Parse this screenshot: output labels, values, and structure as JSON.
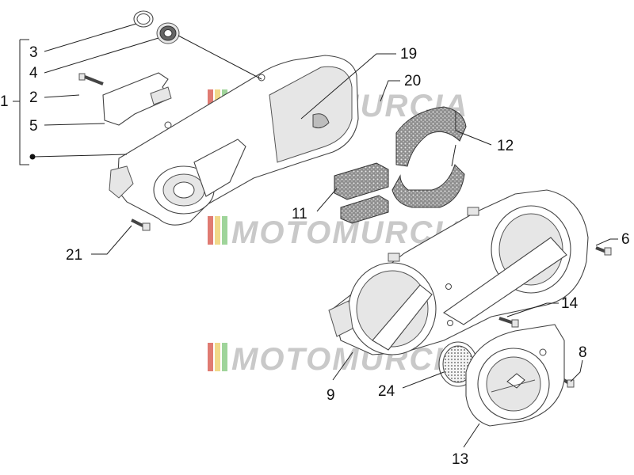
{
  "diagram": {
    "callouts": {
      "c1": "1",
      "c2": "2",
      "c3": "3",
      "c4": "4",
      "c5": "5",
      "c6": "6",
      "c8": "8",
      "c9": "9",
      "c11": "11",
      "c12": "12",
      "c13": "13",
      "c14": "14",
      "c19": "19",
      "c20": "20",
      "c21": "21",
      "c24": "24"
    },
    "watermark": "MOTOMURCIA",
    "colors": {
      "stripe_red": "#e07b72",
      "stripe_yellow": "#f1d98a",
      "stripe_green": "#9fd49a",
      "watermark_text": "#c9c9c9"
    }
  }
}
